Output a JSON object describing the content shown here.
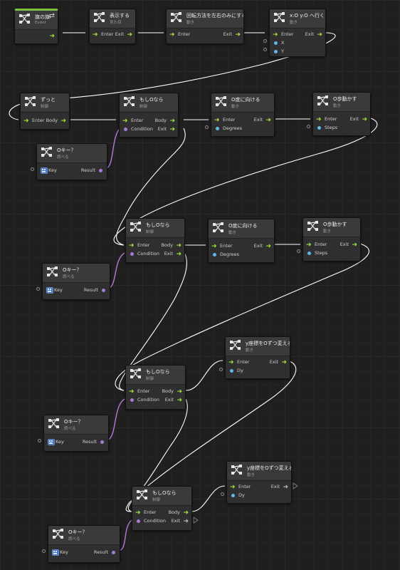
{
  "nodes": {
    "event": {
      "title": "旗の旗",
      "sub": "Event"
    },
    "show": {
      "title": "表示する",
      "sub": "見た目",
      "enter": "Enter",
      "exit": "Exit"
    },
    "rotation": {
      "title": "回転方法を左右のみにする",
      "sub": "動き",
      "enter": "Enter",
      "exit": "Exit"
    },
    "goto": {
      "title": "x:O y:O へ行く",
      "sub": "動き",
      "enter": "Enter",
      "exit": "Exit",
      "x": "X",
      "y": "Y"
    },
    "forever": {
      "title": "ずっと",
      "sub": "制御",
      "enter": "Enter",
      "body": "Body"
    },
    "if1": {
      "title": "もしOなら",
      "sub": "制御",
      "enter": "Enter",
      "body": "Body",
      "condition": "Condition",
      "exit": "Exit"
    },
    "point1": {
      "title": "O度に向ける",
      "sub": "動き",
      "enter": "Enter",
      "exit": "Exit",
      "degrees": "Degrees"
    },
    "move1": {
      "title": "O歩動かす",
      "sub": "動き",
      "enter": "Enter",
      "exit": "Exit",
      "steps": "Steps"
    },
    "key1": {
      "title": "Oキー？",
      "sub": "調べる",
      "key": "Key",
      "result": "Result"
    },
    "if2": {
      "title": "もしOなら",
      "sub": "制御",
      "enter": "Enter",
      "body": "Body",
      "condition": "Condition",
      "exit": "Exit"
    },
    "point2": {
      "title": "O度に向ける",
      "sub": "動き",
      "enter": "Enter",
      "exit": "Exit",
      "degrees": "Degrees"
    },
    "move2": {
      "title": "O歩動かす",
      "sub": "動き",
      "enter": "Enter",
      "exit": "Exit",
      "steps": "Steps"
    },
    "key2": {
      "title": "Oキー？",
      "sub": "調べる",
      "key": "Key",
      "result": "Result"
    },
    "if3": {
      "title": "もしOなら",
      "sub": "制御",
      "enter": "Enter",
      "body": "Body",
      "condition": "Condition",
      "exit": "Exit"
    },
    "changey1": {
      "title": "y座標をOずつ変える",
      "sub": "動き",
      "enter": "Enter",
      "exit": "Exit",
      "dy": "Dy"
    },
    "key3": {
      "title": "Oキー？",
      "sub": "調べる",
      "key": "Key",
      "result": "Result"
    },
    "if4": {
      "title": "もしOなら",
      "sub": "制御",
      "enter": "Enter",
      "body": "Body",
      "condition": "Condition",
      "exit": "Exit"
    },
    "changey2": {
      "title": "y座標をOずつ変える",
      "sub": "動き",
      "enter": "Enter",
      "exit": "Exit",
      "dy": "Dy"
    },
    "key4": {
      "title": "Oキー？",
      "sub": "調べる",
      "key": "Key",
      "result": "Result"
    }
  },
  "colors": {
    "background": "#1f1f1f",
    "flow_arrow": "#9ee23c",
    "event_bar": "#7fc241",
    "number_port": "#62b9e8",
    "boolean_port": "#a77bd6",
    "flow_wire": "#ffffff",
    "boolean_wire": "#b57ad9"
  },
  "icons": {
    "node": "flow-node-icon",
    "event": "event-swap-icon",
    "key": "keyboard-key-icon"
  }
}
